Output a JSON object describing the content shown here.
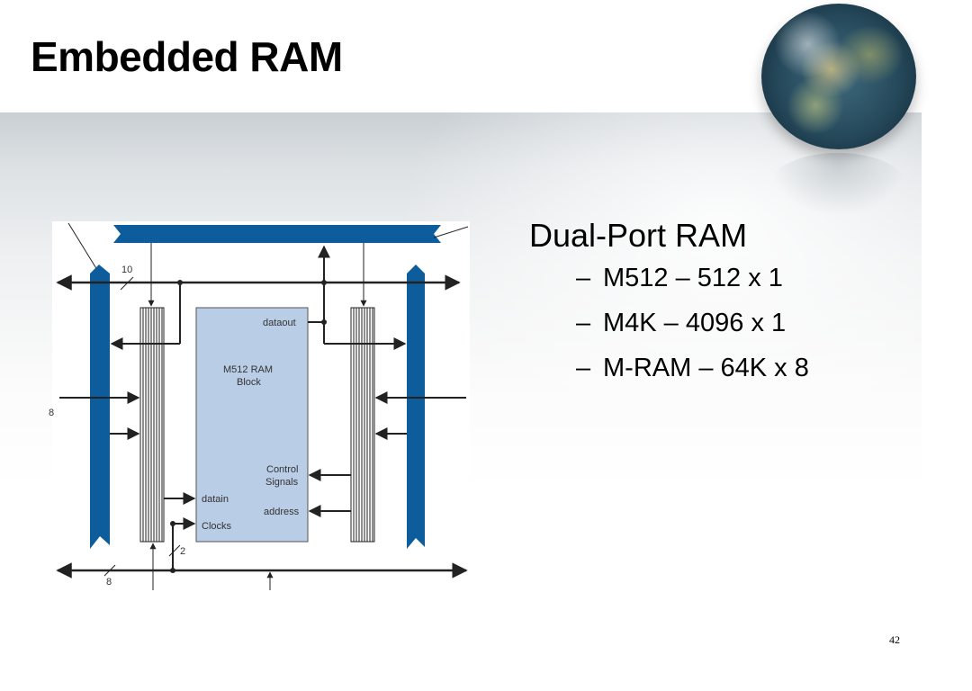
{
  "slide": {
    "title": "Embedded RAM",
    "page_number": "42"
  },
  "bullets": {
    "main": "Dual-Port RAM",
    "sub_dash": "–",
    "items": [
      "M512 – 512 x 1",
      "M4K – 4096 x 1",
      "M-RAM – 64K x 8"
    ]
  },
  "diagram": {
    "labels": {
      "bus_width_top": "10",
      "bus_width_bottom": "8",
      "left_edge": "8",
      "clock_width": "2",
      "block_name": "M512 RAM Block",
      "block_line1": "M512 RAM",
      "block_line2": "Block",
      "dataout": "dataout",
      "control_line1": "Control",
      "control_line2": "Signals",
      "datain": "datain",
      "address": "address",
      "clocks": "Clocks"
    },
    "colors": {
      "bus_blue": "#0d5d9c",
      "block_fill": "#b9cde6",
      "wire": "#222222"
    }
  }
}
